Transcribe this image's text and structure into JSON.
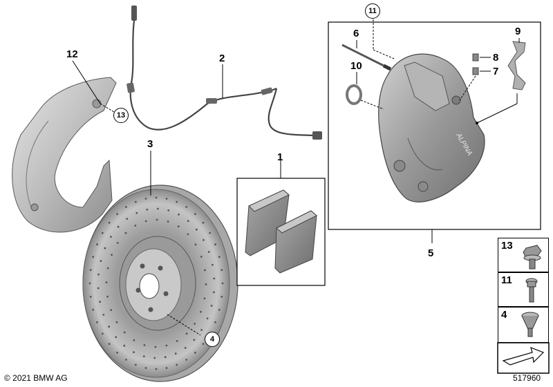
{
  "callouts": {
    "p1": "1",
    "p2": "2",
    "p3": "3",
    "p4": "4",
    "p5": "5",
    "p6": "6",
    "p7": "7",
    "p8": "8",
    "p9": "9",
    "p10": "10",
    "p11": "11",
    "p12": "12",
    "p13": "13"
  },
  "legend": {
    "item13": "13",
    "item11": "11",
    "item4": "4"
  },
  "caliper_brand": "ALPINA",
  "footer": {
    "copyright": "© 2021 BMW AG",
    "doc_number": "517960"
  }
}
